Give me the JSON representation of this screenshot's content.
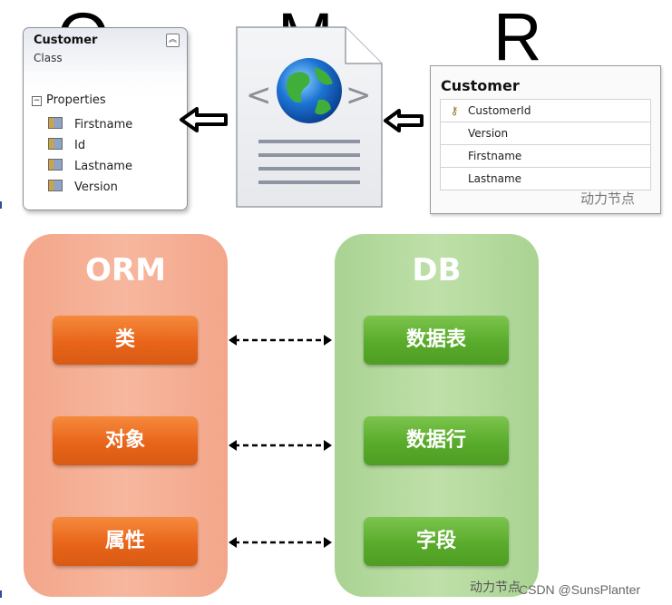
{
  "letters": [
    "O",
    "M",
    "R"
  ],
  "class_box": {
    "title": "Customer",
    "subtitle": "Class",
    "section": "Properties",
    "properties": [
      "Firstname",
      "Id",
      "Lastname",
      "Version"
    ]
  },
  "table_box": {
    "title": "Customer",
    "columns": [
      "CustomerId",
      "Version",
      "Firstname",
      "Lastname"
    ]
  },
  "watermark_top": "动力节点",
  "orm_panel": {
    "title": "ORM",
    "items": [
      "类",
      "对象",
      "属性"
    ]
  },
  "db_panel": {
    "title": "DB",
    "items": [
      "数据表",
      "数据行",
      "字段"
    ]
  },
  "watermark_bottom": "动力节点",
  "credit": "CSDN @SunsPlanter",
  "colors": {
    "orm_panel": "#f4ab8e",
    "orm_pill": "#e8651a",
    "db_panel": "#b3d99c",
    "db_pill": "#59ab2b"
  },
  "icons": [
    "collapse-icon",
    "property-icon",
    "globe-icon",
    "key-icon",
    "left-arrow-icon",
    "dashed-double-arrow-icon"
  ]
}
